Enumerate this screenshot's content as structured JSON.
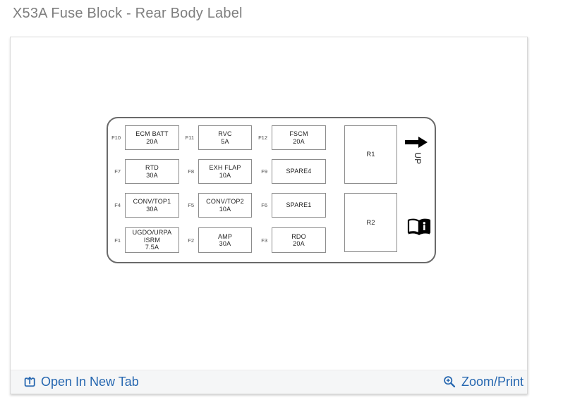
{
  "page": {
    "title": "X53A Fuse Block - Rear Body Label"
  },
  "diagram": {
    "fuses": [
      {
        "id": "F10",
        "label": "ECM BATT\n20A"
      },
      {
        "id": "F11",
        "label": "RVC\n5A"
      },
      {
        "id": "F12",
        "label": "FSCM\n20A"
      },
      {
        "id": "F7",
        "label": "RTD\n30A"
      },
      {
        "id": "F8",
        "label": "EXH FLAP\n10A"
      },
      {
        "id": "F9",
        "label": "SPARE4"
      },
      {
        "id": "F4",
        "label": "CONV/TOP1\n30A"
      },
      {
        "id": "F5",
        "label": "CONV/TOP2\n10A"
      },
      {
        "id": "F6",
        "label": "SPARE1"
      },
      {
        "id": "F1",
        "label": "UGDO/URPA\nISRM\n7.5A"
      },
      {
        "id": "F2",
        "label": "AMP\n30A"
      },
      {
        "id": "F3",
        "label": "RDO\n20A"
      }
    ],
    "relays": [
      {
        "id": "R1"
      },
      {
        "id": "R2"
      }
    ],
    "orientation_label": "UP",
    "icons": {
      "orientation": "right-arrow",
      "manual": "open-book-info"
    }
  },
  "footer": {
    "open_in_new_tab_label": "Open In New Tab",
    "zoom_print_label": "Zoom/Print",
    "icons": {
      "open_in_new_tab": "box-arrow-up",
      "zoom_print": "magnifier-plus"
    }
  },
  "colors": {
    "link_blue": "#2667b0",
    "title_gray": "#7e7e7e",
    "diagram_line": "#6a6a6a"
  }
}
